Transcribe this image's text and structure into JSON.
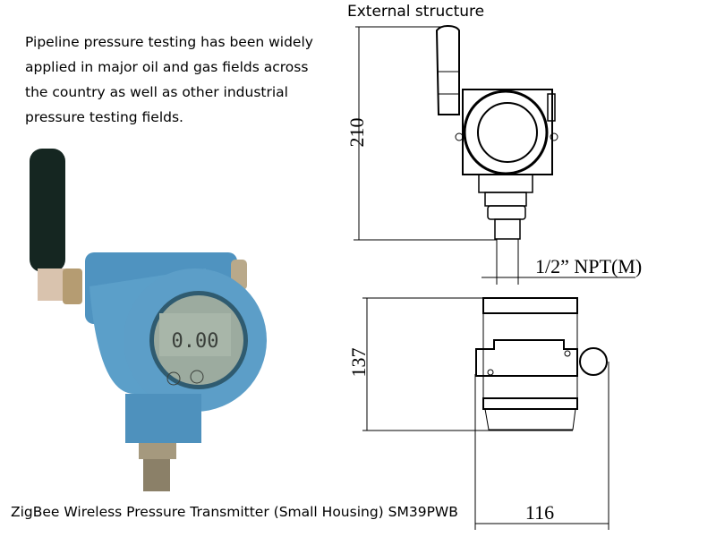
{
  "intro_text": {
    "lines": [
      "Pipeline pressure testing has been widely",
      "applied in major oil and gas fields across",
      "the country as well as other industrial",
      "pressure testing fields."
    ]
  },
  "drawing_title": "External structure",
  "dimensions": {
    "height_total": "210",
    "thread": "1/2” NPT(M)",
    "housing_height": "137",
    "housing_width": "116"
  },
  "photo": {
    "lcd_reading": "0.00",
    "housing_color": "#5b9fc9"
  },
  "caption": "ZigBee Wireless Pressure Transmitter (Small Housing) SM39PWB"
}
